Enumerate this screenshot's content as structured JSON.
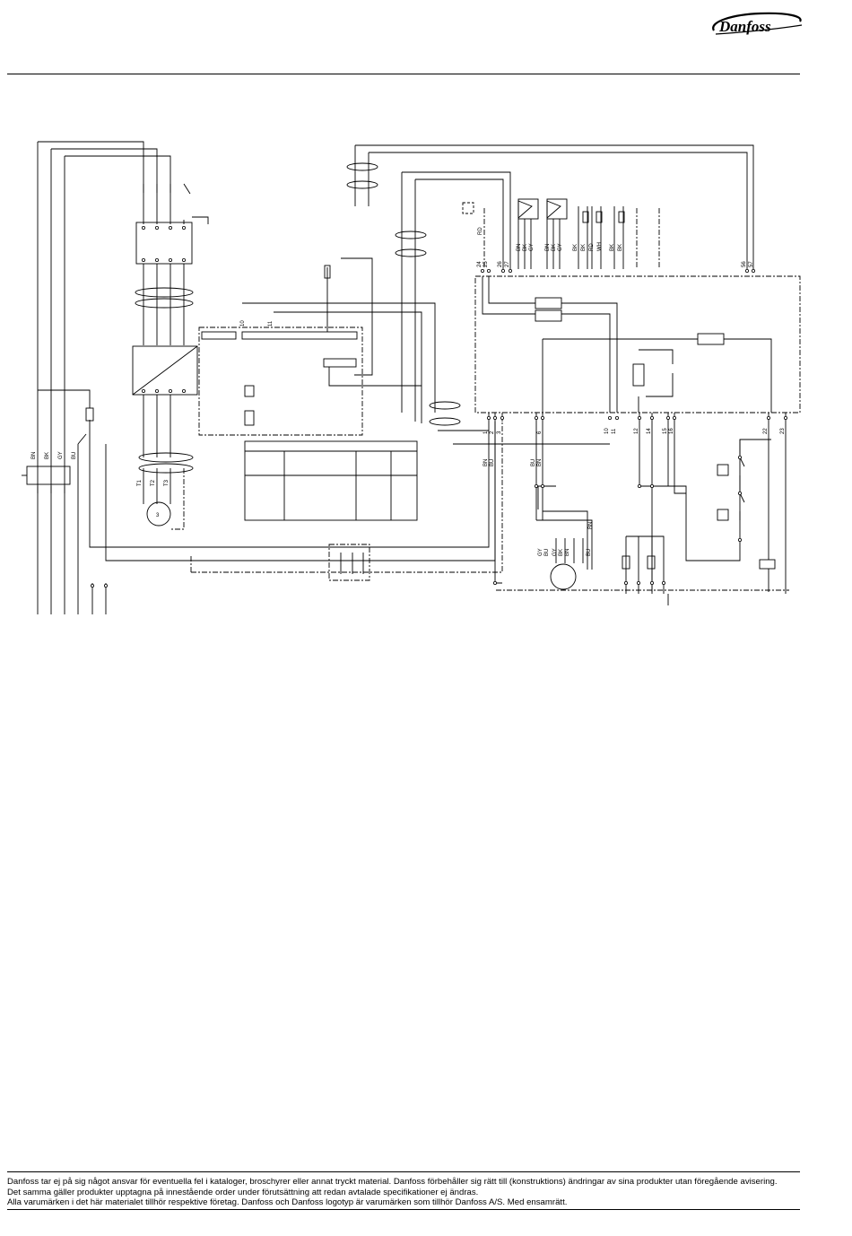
{
  "brand": {
    "logo_text": "Danfoss"
  },
  "diagram": {
    "left_wire_labels": [
      "BN",
      "BK",
      "GY",
      "BU"
    ],
    "motor_terminals": [
      "T1",
      "T2",
      "T3"
    ],
    "top_terminal_labels": [
      "24",
      "25",
      "26",
      "27"
    ],
    "upper_wire_labels": [
      "BN",
      "BK",
      "GY",
      "BN",
      "BK",
      "GY",
      "BK",
      "BK",
      "RD",
      "WH",
      "BK",
      "BK"
    ],
    "right_top_terminals": [
      "56",
      "57"
    ],
    "mid_terminals": [
      "10",
      "11"
    ],
    "bottom_terminals": [
      "1",
      "2",
      "3",
      "6",
      "10",
      "11",
      "12",
      "14",
      "15",
      "16",
      "22",
      "23"
    ],
    "lower_wire_labels": [
      "BN",
      "BU",
      "BU",
      "BN"
    ],
    "fan_wire_labels": [
      "GY",
      "BU",
      "GY",
      "BK",
      "BN",
      "BN",
      "BU"
    ],
    "top_left_wire": "RD"
  },
  "footer": {
    "line1": "Danfoss tar ej på sig något ansvar för eventuella fel i kataloger, broschyrer eller annat tryckt material. Danfoss förbehåller sig rätt till (konstruktions) ändringar av sina produkter utan föregående avisering.",
    "line2": "Det samma gäller produkter upptagna på innestående order under förutsättning att redan avtalade specifikationer ej ändras.",
    "line3": "Alla varumärken i det här materialet tillhör respektive företag. Danfoss och Danfoss logotyp är varumärken som tillhör Danfoss A/S. Med ensamrätt."
  }
}
